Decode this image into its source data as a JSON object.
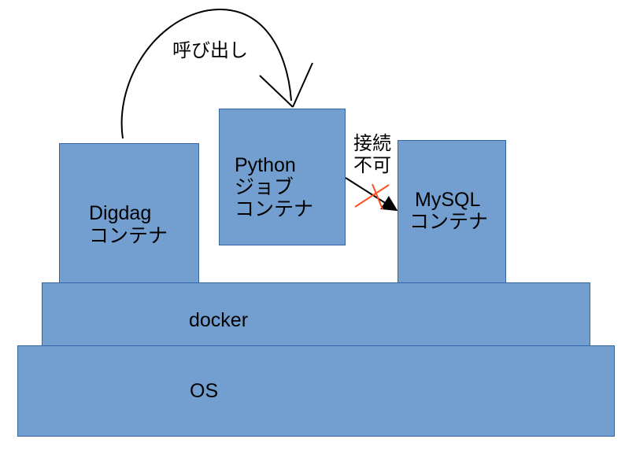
{
  "layers": {
    "os": {
      "label": "OS"
    },
    "docker": {
      "label": "docker"
    }
  },
  "containers": {
    "digdag": {
      "line1": "Digdag",
      "line2": "コンテナ"
    },
    "python": {
      "line1": "Python",
      "line2": "ジョブ",
      "line3": "コンテナ"
    },
    "mysql": {
      "line1": "MySQL",
      "line2": "コンテナ"
    }
  },
  "annotations": {
    "call": "呼び出し",
    "connect_line1": "接続",
    "connect_line2": "不可"
  },
  "colors": {
    "box_fill": "#729fcf",
    "box_border": "#3465a4",
    "blocked_mark": "#ff4f1f",
    "arrow": "#000000"
  }
}
